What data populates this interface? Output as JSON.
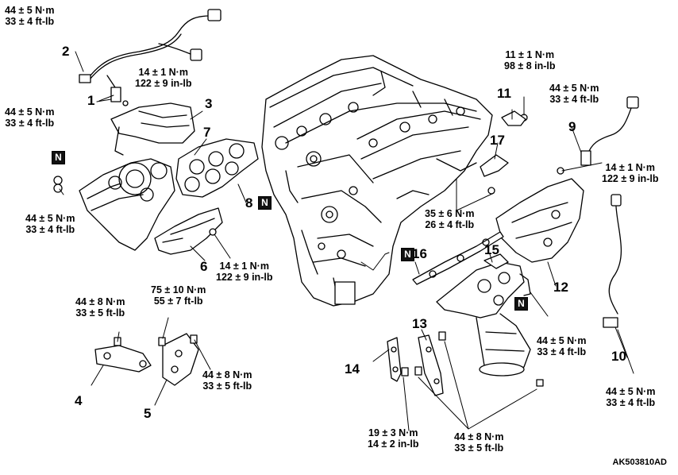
{
  "diagram": {
    "code": "AK503810AD",
    "new_part_mark": "N",
    "parts": [
      {
        "id": "1",
        "label": "1"
      },
      {
        "id": "2",
        "label": "2"
      },
      {
        "id": "3",
        "label": "3"
      },
      {
        "id": "4",
        "label": "4"
      },
      {
        "id": "5",
        "label": "5"
      },
      {
        "id": "6",
        "label": "6"
      },
      {
        "id": "7",
        "label": "7"
      },
      {
        "id": "8",
        "label": "8"
      },
      {
        "id": "9",
        "label": "9"
      },
      {
        "id": "10",
        "label": "10"
      },
      {
        "id": "11",
        "label": "11"
      },
      {
        "id": "12",
        "label": "12"
      },
      {
        "id": "13",
        "label": "13"
      },
      {
        "id": "14",
        "label": "14"
      },
      {
        "id": "15",
        "label": "15"
      },
      {
        "id": "16",
        "label": "16"
      },
      {
        "id": "17",
        "label": "17"
      }
    ],
    "torques": [
      {
        "nm": "44 ± 5 N·m",
        "imp": "33 ± 4 ft-lb"
      },
      {
        "nm": "14 ± 1 N·m",
        "imp": "122 ± 9 in-lb"
      },
      {
        "nm": "44 ± 5 N·m",
        "imp": "33 ± 4 ft-lb"
      },
      {
        "nm": "44 ± 5 N·m",
        "imp": "33 ± 4 ft-lb"
      },
      {
        "nm": "14 ± 1 N·m",
        "imp": "122 ± 9 in-lb"
      },
      {
        "nm": "44 ± 8 N·m",
        "imp": "33 ± 5 ft-lb"
      },
      {
        "nm": "75 ± 10 N·m",
        "imp": "55 ± 7 ft-lb"
      },
      {
        "nm": "44 ± 8 N·m",
        "imp": "33 ± 5 ft-lb"
      },
      {
        "nm": "11 ± 1 N·m",
        "imp": "98 ± 8 in-lb"
      },
      {
        "nm": "44 ± 5 N·m",
        "imp": "33 ± 4 ft-lb"
      },
      {
        "nm": "14 ± 1 N·m",
        "imp": "122 ± 9 in-lb"
      },
      {
        "nm": "35 ± 6 N·m",
        "imp": "26 ± 4 ft-lb"
      },
      {
        "nm": "44 ± 5 N·m",
        "imp": "33 ± 4 ft-lb"
      },
      {
        "nm": "44 ± 5 N·m",
        "imp": "33 ± 4 ft-lb"
      },
      {
        "nm": "19 ± 3 N·m",
        "imp": "14 ± 2 in-lb"
      },
      {
        "nm": "44 ± 8 N·m",
        "imp": "33 ± 5 ft-lb"
      }
    ]
  }
}
